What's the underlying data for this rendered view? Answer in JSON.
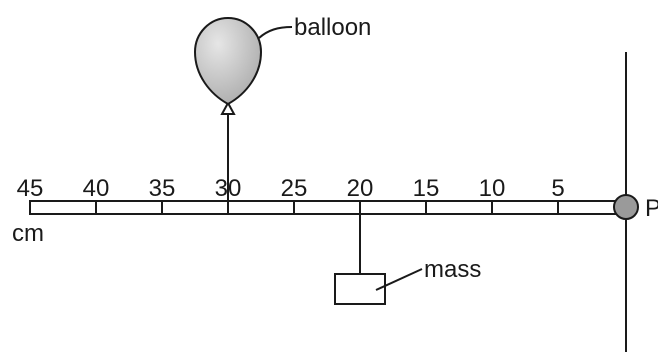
{
  "labels": {
    "balloon": "balloon",
    "mass": "mass",
    "unit": "cm",
    "pivot": "P"
  },
  "ruler": {
    "ticks": [
      "45",
      "40",
      "35",
      "30",
      "25",
      "20",
      "15",
      "10",
      "5"
    ]
  },
  "colors": {
    "ink": "#1a1a1a",
    "balloon_fill": "#b8b8b8",
    "pivot_fill": "#9a9a9a"
  }
}
